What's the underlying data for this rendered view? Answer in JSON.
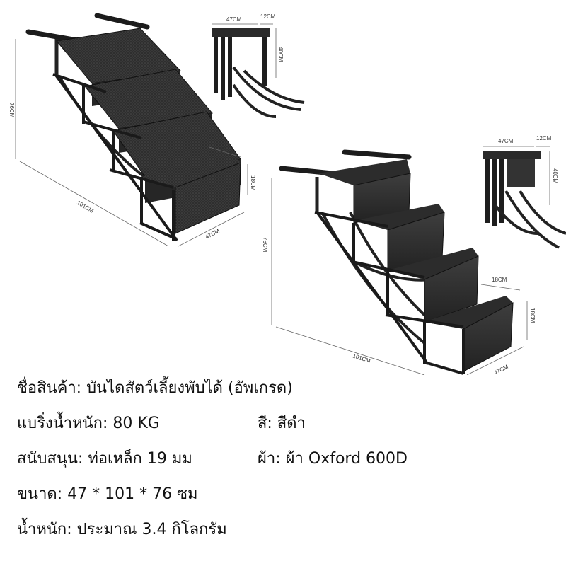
{
  "product": {
    "name_line": "ชื่อสินค้า: บันไดสัตว์เลี้ยงพับได้ (อัพเกรด)",
    "load_line": "แบริ่งน้ำหนัก:  80 KG",
    "color_line": "สี: สีดำ",
    "support_line": "สนับสนุน: ท่อเหล็ก 19 มม",
    "fabric_line": "ผ้า: ผ้า Oxford 600D",
    "size_line": "ขนาด: 47 * 101 * 76 ซม",
    "weight_line": "น้ำหนัก: ประมาณ 3.4 กิโลกรัม"
  },
  "dimensions": {
    "height": "76CM",
    "length": "101CM",
    "width": "47CM",
    "step_depth": "18CM",
    "step_height": "18CM",
    "folded_width": "47CM",
    "folded_depth": "12CM",
    "folded_height": "40CM"
  },
  "colors": {
    "frame": "#2a2a2a",
    "fabric": "#3a3a3a",
    "text": "#111111",
    "background": "#ffffff"
  }
}
